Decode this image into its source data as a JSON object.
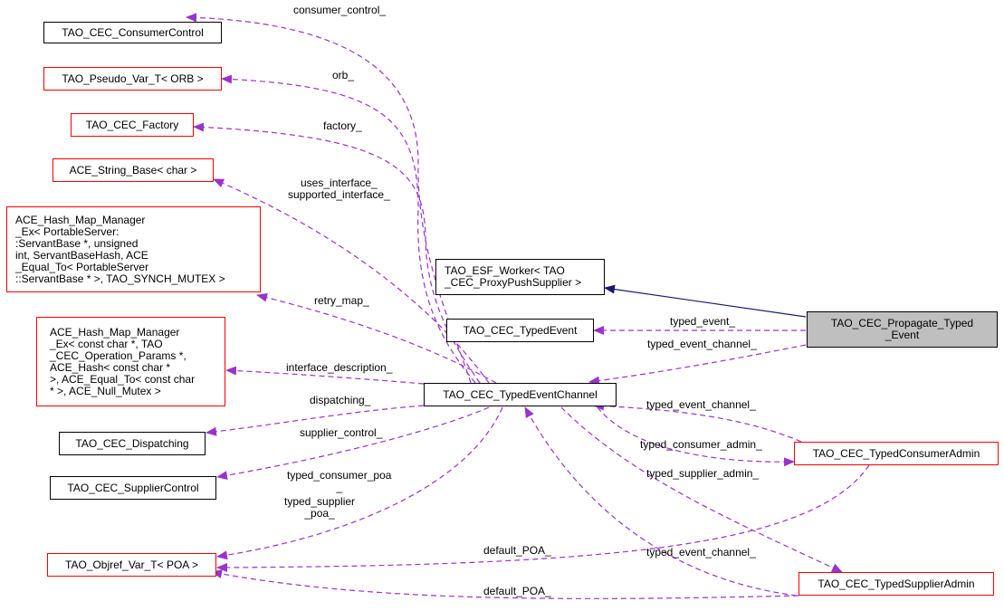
{
  "colors": {
    "usage_edge": "#9a32cd",
    "inherit_edge": "#191970",
    "red_border": "#ff0000",
    "focus_fill": "#bfbfbf"
  },
  "nodes": {
    "consumer_control": "TAO_CEC_ConsumerControl",
    "pseudo_var_orb": "TAO_Pseudo_Var_T< ORB >",
    "factory": "TAO_CEC_Factory",
    "string_base": "ACE_String_Base< char >",
    "hash_map_servant": "ACE_Hash_Map_Manager\n_Ex< PortableServer:\n:ServantBase *, unsigned\n int, ServantBaseHash, ACE\n_Equal_To< PortableServer\n::ServantBase * >, TAO_SYNCH_MUTEX >",
    "hash_map_operation": "ACE_Hash_Map_Manager\n_Ex< const char *, TAO\n_CEC_Operation_Params *,\n ACE_Hash< const char *\n >, ACE_Equal_To< const char\n * >, ACE_Null_Mutex >",
    "dispatching": "TAO_CEC_Dispatching",
    "supplier_control": "TAO_CEC_SupplierControl",
    "objref_poa": "TAO_Objref_Var_T< POA >",
    "esf_worker": "TAO_ESF_Worker< TAO\n_CEC_ProxyPushSupplier >",
    "typed_event": "TAO_CEC_TypedEvent",
    "typed_event_channel": "TAO_CEC_TypedEventChannel",
    "propagate": "TAO_CEC_Propagate_Typed\n_Event",
    "typed_consumer_admin": "TAO_CEC_TypedConsumerAdmin",
    "typed_supplier_admin": "TAO_CEC_TypedSupplierAdmin"
  },
  "edge_labels": {
    "consumer_control": "consumer_control_",
    "orb": "orb_",
    "factory": "factory_",
    "interfaces": "uses_interface_\nsupported_interface_",
    "retry_map": "retry_map_",
    "interface_description": "interface_description_",
    "dispatching": "dispatching_",
    "supplier_control": "supplier_control_",
    "typed_consumer_poa": "typed_consumer_poa\n_",
    "typed_supplier_poa": "typed_supplier\n_poa_",
    "typed_event": "typed_event_",
    "propagate_channel": "typed_event_channel_",
    "consumer_admin_channel": "typed_event_channel_",
    "typed_consumer_admin": "typed_consumer_admin_",
    "typed_supplier_admin": "typed_supplier_admin_",
    "supplier_admin_channel": "typed_event_channel_",
    "default_poa_1": "default_POA_",
    "default_poa_2": "default_POA_"
  }
}
